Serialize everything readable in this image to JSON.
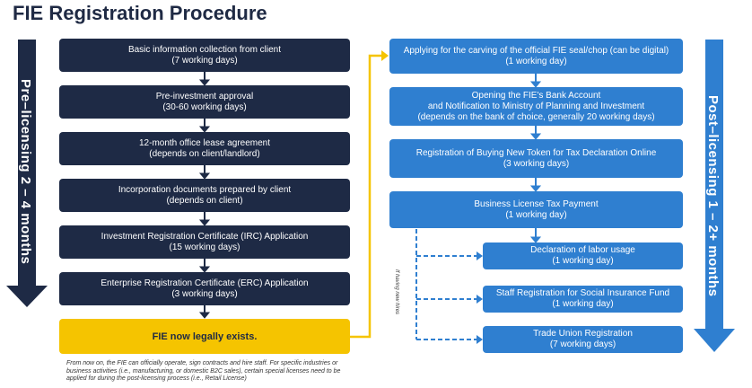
{
  "title": "FIE Registration Procedure",
  "pre_label": "Pre–licensing 2 – 4 months",
  "post_label": "Post–licensing 1 – 2+ months",
  "left_steps": [
    {
      "line1": "Basic information collection from client",
      "line2": "(7 working days)"
    },
    {
      "line1": "Pre-investment approval",
      "line2": "(30-60 working days)"
    },
    {
      "line1": "12-month office lease agreement",
      "line2": "(depends on client/landlord)"
    },
    {
      "line1": "Incorporation documents prepared by client",
      "line2": "(depends on client)"
    },
    {
      "line1": "Investment Registration Certificate (IRC) Application",
      "line2": "(15 working days)"
    },
    {
      "line1": "Enterprise Registration Certificate (ERC) Application",
      "line2": "(3 working days)"
    }
  ],
  "milestone": "FIE now legally exists.",
  "footnote": "From now on, the FIE can officially operate, sign contracts and hire staff. For specific industries or business activities (i.e., manufacturing, or domestic B2C sales), certain special licenses need to be applied for during the post-licensing process (i.e., Retail License)",
  "right_steps": [
    {
      "line1": "Applying for the carving of the official FIE seal/chop (can be digital)",
      "line2": "(1 working day)"
    },
    {
      "line1": "Opening the FIE's Bank Account",
      "line2": "and Notification to Ministry of Planning and Investment",
      "line3": "(depends on the bank of choice, generally 20 working days)"
    },
    {
      "line1": "Registration of Buying New Token for Tax Declaration Online",
      "line2": "(3 working days)"
    },
    {
      "line1": "Business License Tax Payment",
      "line2": "(1 working day)"
    }
  ],
  "sub_steps": [
    {
      "line1": "Declaration of labor usage",
      "line2": "(1 working day)"
    },
    {
      "line1": "Staff Registration for Social Insurance Fund",
      "line2": "(1 working day)"
    },
    {
      "line1": "Trade Union Registration",
      "line2": "(7 working days)"
    }
  ],
  "side_note": "If having new hires",
  "colors": {
    "dark_box": "#1e2a45",
    "blue_box": "#2f7fd0",
    "milestone": "#f5c400",
    "connector": "#f5c400",
    "dashed": "#2f7fd0"
  }
}
